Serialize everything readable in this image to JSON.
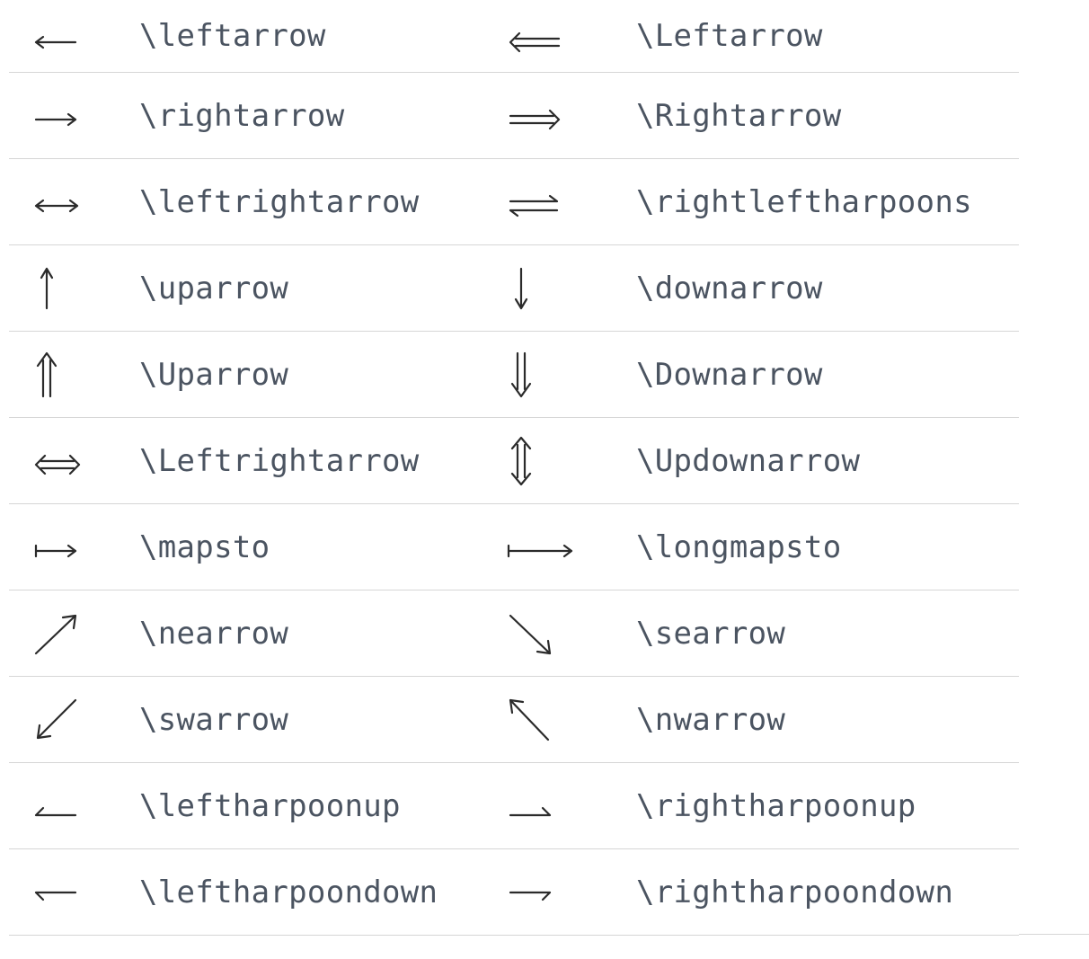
{
  "rows": [
    {
      "left": {
        "command": "\\leftarrow",
        "icon": "leftarrow-icon"
      },
      "right": {
        "command": "\\Leftarrow",
        "icon": "double-leftarrow-icon"
      }
    },
    {
      "left": {
        "command": "\\rightarrow",
        "icon": "rightarrow-icon"
      },
      "right": {
        "command": "\\Rightarrow",
        "icon": "double-rightarrow-icon"
      }
    },
    {
      "left": {
        "command": "\\leftrightarrow",
        "icon": "leftrightarrow-icon"
      },
      "right": {
        "command": "\\rightleftharpoons",
        "icon": "rightleftharpoons-icon"
      }
    },
    {
      "left": {
        "command": "\\uparrow",
        "icon": "uparrow-icon"
      },
      "right": {
        "command": "\\downarrow",
        "icon": "downarrow-icon"
      }
    },
    {
      "left": {
        "command": "\\Uparrow",
        "icon": "double-uparrow-icon"
      },
      "right": {
        "command": "\\Downarrow",
        "icon": "double-downarrow-icon"
      }
    },
    {
      "left": {
        "command": "\\Leftrightarrow",
        "icon": "double-leftrightarrow-icon"
      },
      "right": {
        "command": "\\Updownarrow",
        "icon": "double-updownarrow-icon"
      }
    },
    {
      "left": {
        "command": "\\mapsto",
        "icon": "mapsto-icon"
      },
      "right": {
        "command": "\\longmapsto",
        "icon": "longmapsto-icon"
      }
    },
    {
      "left": {
        "command": "\\nearrow",
        "icon": "nearrow-icon"
      },
      "right": {
        "command": "\\searrow",
        "icon": "searrow-icon"
      }
    },
    {
      "left": {
        "command": "\\swarrow",
        "icon": "swarrow-icon"
      },
      "right": {
        "command": "\\nwarrow",
        "icon": "nwarrow-icon"
      }
    },
    {
      "left": {
        "command": "\\leftharpoonup",
        "icon": "leftharpoonup-icon"
      },
      "right": {
        "command": "\\rightharpoonup",
        "icon": "rightharpoonup-icon"
      }
    },
    {
      "left": {
        "command": "\\leftharpoondown",
        "icon": "leftharpoondown-icon"
      },
      "right": {
        "command": "\\rightharpoondown",
        "icon": "rightharpoondown-icon"
      }
    }
  ],
  "colors": {
    "command_text": "#4b5461",
    "symbol": "#2b2b2b",
    "divider": "#d6d6d6"
  }
}
